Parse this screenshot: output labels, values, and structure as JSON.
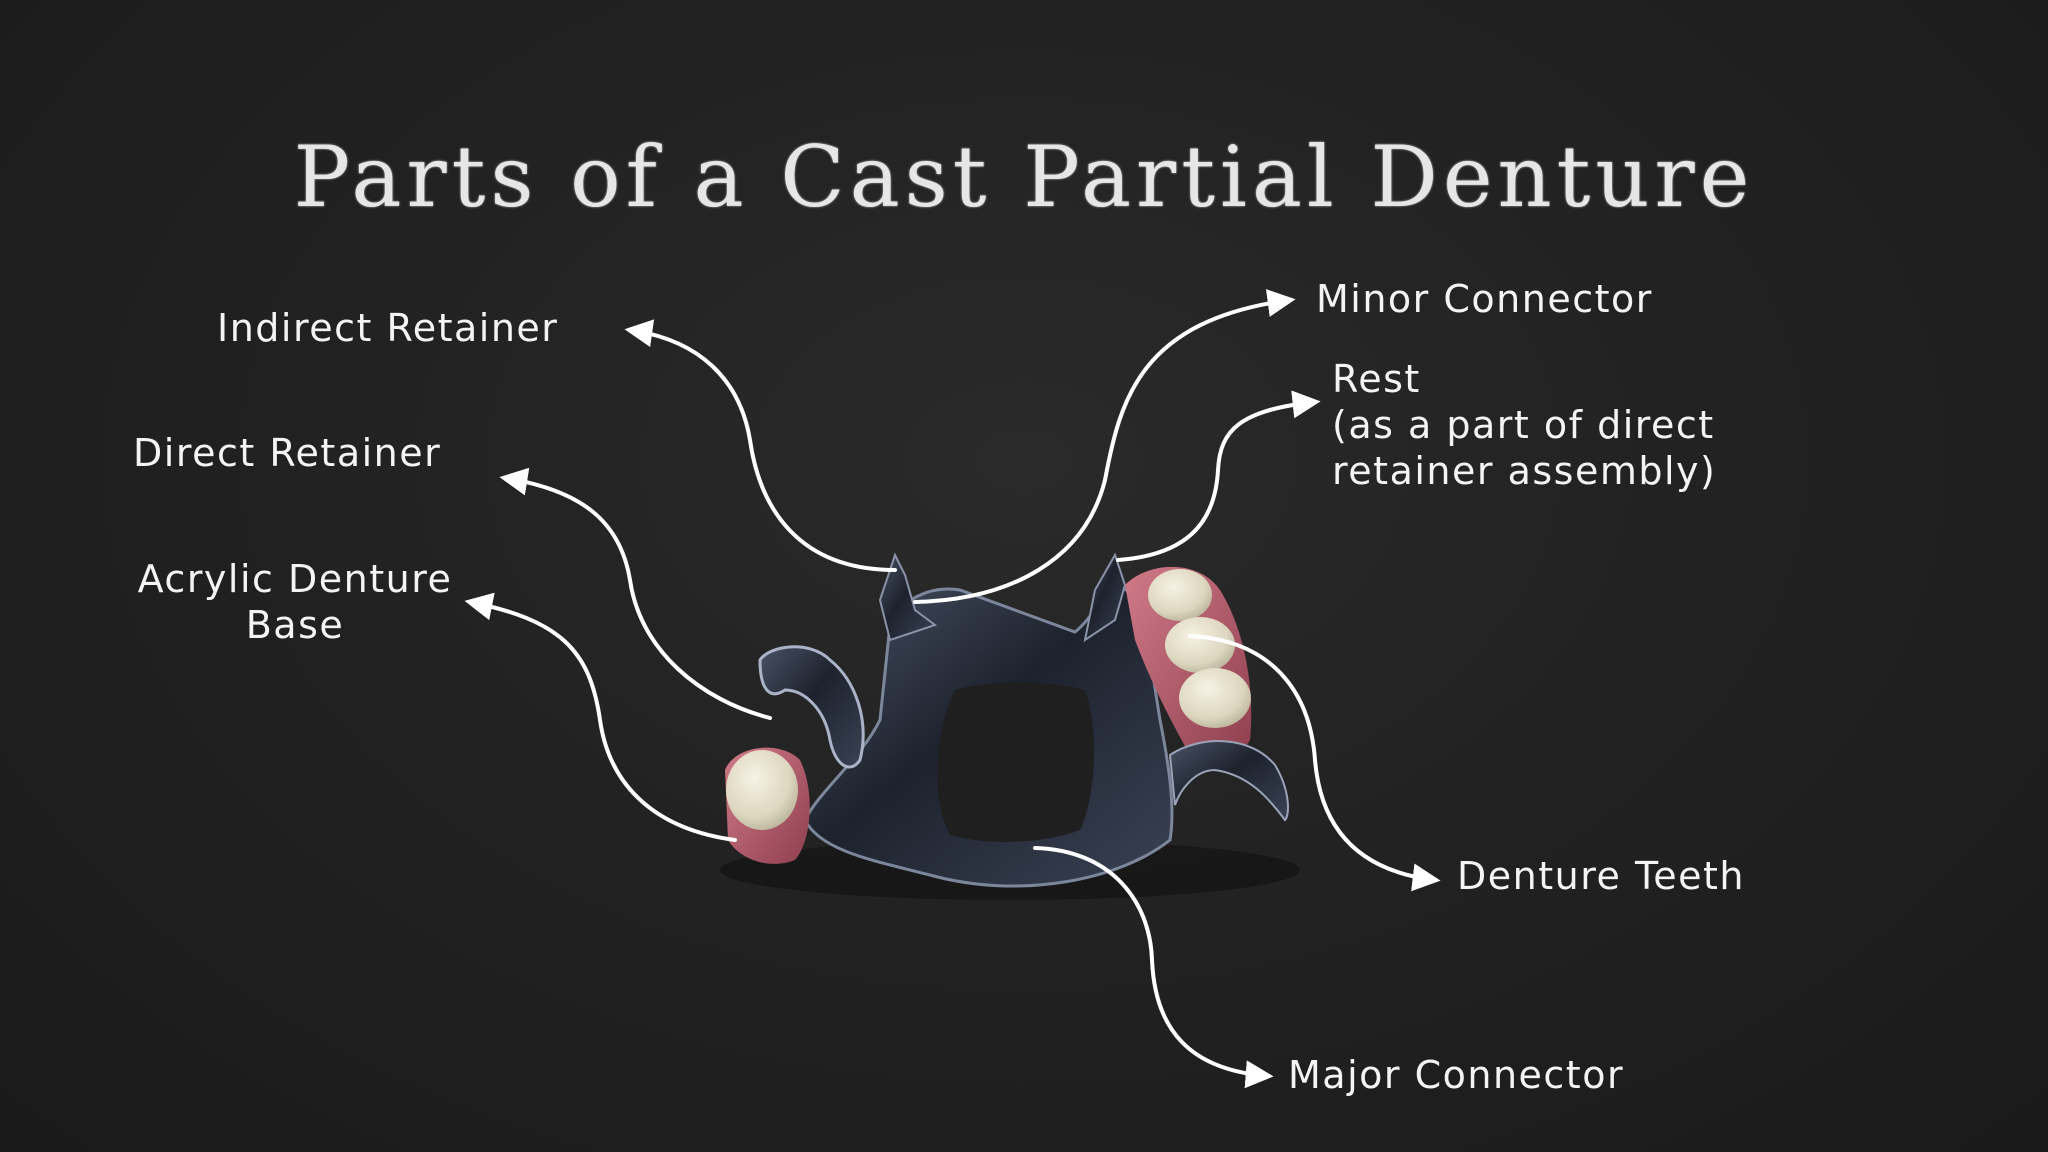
{
  "title": "Parts of a Cast Partial Denture",
  "labels": {
    "indirect_retainer": "Indirect Retainer",
    "direct_retainer": "Direct Retainer",
    "acrylic_denture_base_line1": "Acrylic Denture",
    "acrylic_denture_base_line2": "Base",
    "minor_connector": "Minor Connector",
    "rest_line1": "Rest",
    "rest_line2": "(as a part of direct",
    "rest_line3": "retainer assembly)",
    "denture_teeth": "Denture Teeth",
    "major_connector": "Major Connector"
  },
  "colors": {
    "background": "#222222",
    "text": "#f4f4f4",
    "arrow": "#ffffff",
    "metal": "#2b3140",
    "acrylic": "#b85a6a",
    "tooth": "#e8e2cf"
  }
}
